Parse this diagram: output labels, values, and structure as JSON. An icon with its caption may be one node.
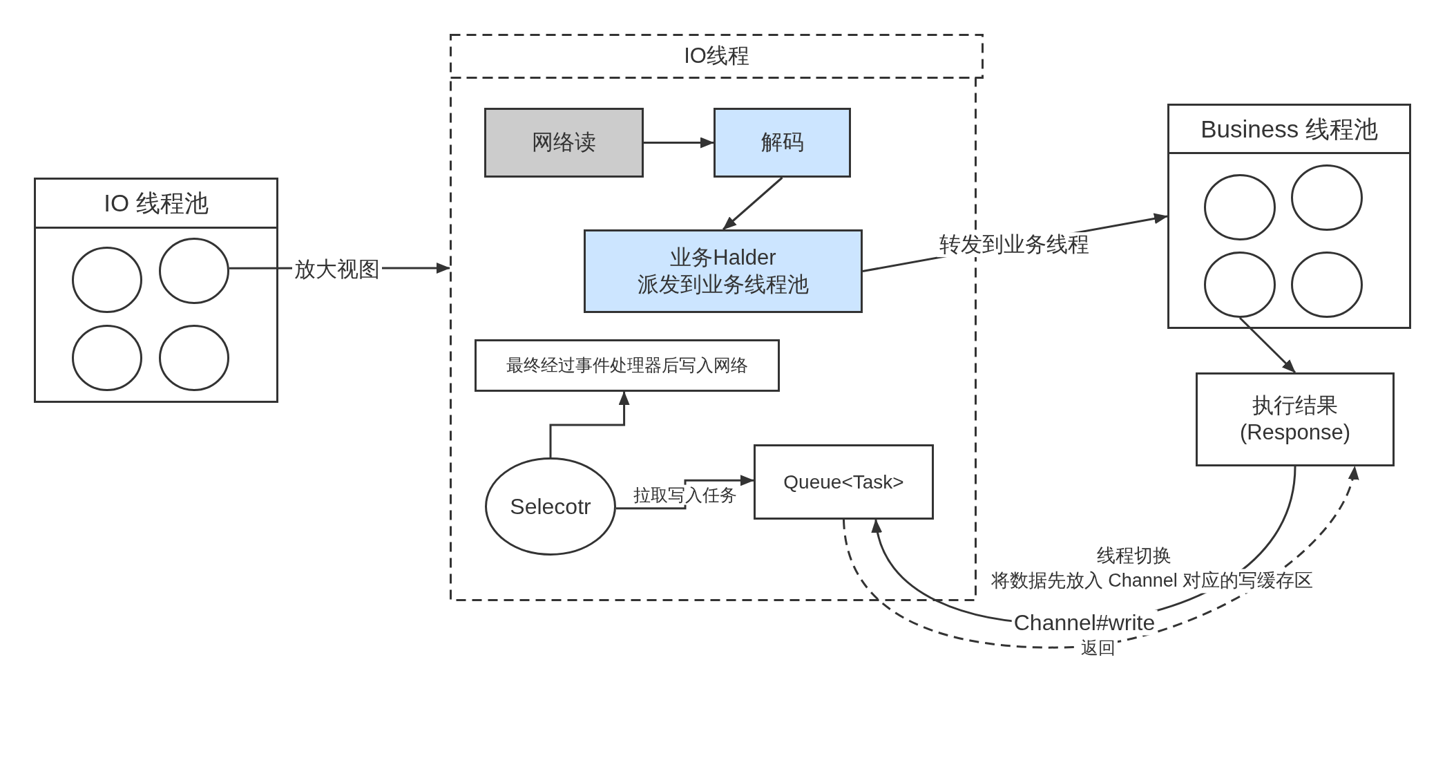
{
  "diagram": {
    "nodes": [
      {
        "text": [
          "IO 线程池"
        ]
      },
      {
        "text": [],
        "shape": "circle",
        "in": 0
      },
      {
        "text": [],
        "shape": "circle",
        "in": 0
      },
      {
        "text": [],
        "shape": "circle",
        "in": 0
      },
      {
        "text": [],
        "shape": "circle",
        "in": 0
      },
      {
        "text": [
          "IO线程"
        ]
      },
      {
        "text": [
          "网络读"
        ],
        "in": 5
      },
      {
        "text": [
          "解码"
        ],
        "in": 5
      },
      {
        "text": [
          "业务Halder 派发到业务线程池"
        ],
        "in": 5
      },
      {
        "text": [
          "最终经过事件处理器后写入网络"
        ],
        "in": 5
      },
      {
        "text": [
          "Selecotr"
        ],
        "in": 5
      },
      {
        "text": [
          "Queue<Task>"
        ],
        "in": 5
      },
      {
        "text": [
          "Business 线程池"
        ]
      },
      {
        "text": [],
        "shape": "circle",
        "in": 12
      },
      {
        "text": [],
        "shape": "circle",
        "in": 12
      },
      {
        "text": [],
        "shape": "circle",
        "in": 12
      },
      {
        "text": [],
        "shape": "circle",
        "in": 12
      },
      {
        "text": [
          "执行结果 (Response)"
        ]
      }
    ],
    "edges": [
      {
        "from": 2,
        "to": 5,
        "arrow": "to",
        "label": "放大视图"
      },
      {
        "from": 6,
        "to": 7,
        "arrow": "to"
      },
      {
        "from": 7,
        "to": 8,
        "arrow": "to"
      },
      {
        "from": 8,
        "to": 12,
        "arrow": "to",
        "label": "转发到业务线程"
      },
      {
        "from": 10,
        "to": 9,
        "arrow": "to"
      },
      {
        "from": 10,
        "to": 11,
        "arrow": "to",
        "label": "拉取写入任务"
      },
      {
        "from": 15,
        "to": 17,
        "arrow": "to"
      },
      {
        "from": 17,
        "to": 11,
        "arrow": "to",
        "label": "Channel#write"
      },
      {
        "from": 11,
        "to": 17,
        "arrow": "to",
        "label": "返回",
        "style": "dashed"
      }
    ],
    "labels": [
      "线程切换",
      "将数据先放入 Channel 对应的写缓存区"
    ]
  }
}
